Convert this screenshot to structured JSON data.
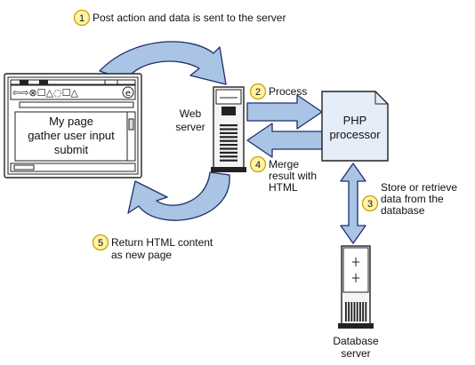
{
  "steps": [
    {
      "number": "1",
      "lines": [
        "Post action and data is sent to the server"
      ]
    },
    {
      "number": "2",
      "lines": [
        "Process"
      ]
    },
    {
      "number": "3",
      "lines": [
        "Store or retrieve",
        "data from the",
        "database"
      ]
    },
    {
      "number": "4",
      "lines": [
        "Merge",
        "result with",
        "HTML"
      ]
    },
    {
      "number": "5",
      "lines": [
        "Return HTML content",
        "as new page"
      ]
    }
  ],
  "browser": {
    "page_lines": [
      "My page",
      "gather user input",
      "submit"
    ]
  },
  "web_server": {
    "lines": [
      "Web",
      "server"
    ]
  },
  "php_processor": {
    "lines": [
      "PHP",
      "processor"
    ]
  },
  "database_server": {
    "lines": [
      "Database",
      "server"
    ]
  },
  "colors": {
    "arrow_fill": "#a9c4e4",
    "arrow_stroke": "#1f2f6b",
    "badge_fill": "#fff3a6",
    "badge_stroke": "#c9a400",
    "doc_fill": "#e4edf8",
    "outline": "#222222"
  }
}
